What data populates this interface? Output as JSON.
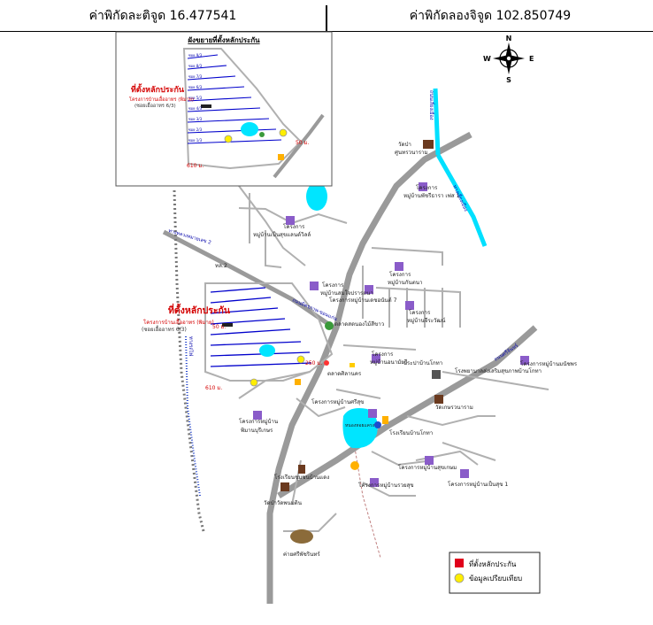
{
  "header": {
    "lat_label": "ค่าพิกัดละติจูด 16.477541",
    "lng_label": "ค่าพิกัดลองจิจูด 102.850749"
  },
  "compass": {
    "n": "N",
    "s": "S",
    "e": "E",
    "w": "W"
  },
  "inset": {
    "title": "ผังขยายที่ตั้งหลักประกัน",
    "subject_label": "ที่ตั้งหลักประกัน",
    "subject_sub1": "โครงการบ้านเอื้ออาทร (พิมาย)",
    "subject_sub2": "(ซอยเอื้ออาทร 6/3)",
    "dist_50": "50 ม.",
    "dist_610": "610 ม.",
    "soi": [
      "ซอย 9/3",
      "ซอย 8/3",
      "ซอย 7/3",
      "ซอย 6/3",
      "ซอย 5/3",
      "ซอย 4/3",
      "ซอย 3/3",
      "ซอย 2/3",
      "ซอย 1/3"
    ]
  },
  "main": {
    "subject_label": "ที่ตั้งหลักประกัน",
    "subject_sub1": "โครงการบ้านเอื้ออาทร (พิมาย)",
    "subject_sub2": "(ซอยเอื้ออาทร 6/3)",
    "dist_50": "50 ม.",
    "dist_610": "610 ม.",
    "dist_250": "250 ม.",
    "places": {
      "temple_top": "วัดป่า",
      "temple_top2": "ศูนทรวนาราม",
      "proj1": "โครงการ",
      "proj1b": "หมู่บ้านพัชรีธารา เฟส 1",
      "proj2": "โครงการ",
      "proj2b": "หมู่บ้านเป็นสุขแลนด์วิลล์",
      "proj3": "โครงการ",
      "proj3b": "หมู่บ้านสมใจปรารถนา",
      "proj4": "โครงการ",
      "proj4b": "หมู่บ้านกันตนา",
      "proj5": "โครงการหมู่บ้านเดชอนันต์ 7",
      "proj6": "โครงการ",
      "proj6b": "หมู่บ้านจีระวัฒน์",
      "market1": "ตลาดสดนองไม้สีขาว",
      "proj7": "โครงการ",
      "proj7b": "หมู่บ้านอนามัยรี",
      "market2": "ตลาดศิลานคร",
      "office": "ประปาบ้านโกทา",
      "proj8": "โครงการหมู่บ้านมนัชพร",
      "school1": "โรงพยาบาลส่งเสริมสุขภาพบ้านโกทา",
      "temple2": "วัดเกษรวนาราม",
      "proj9": "โครงการหมู่บ้านศรีสุข",
      "proj10": "โครงการหมู่บ้าน",
      "proj10b": "พิมานบุรีเกษร",
      "lake": "หนองหอยแครง",
      "school2": "โรงเรียนบ้านโกทา",
      "proj11": "โครงการหมู่บ้านสุขเกษม",
      "proj12": "โครงการหมู่บ้านเป็นสุข 1",
      "proj13": "โครงการหมู่บ้านรวยสุข",
      "school3": "โรงเรียนชุมชนบ้านแดง",
      "temple3": "วัดป่าวัดพนมดิน",
      "camp": "ค่ายศรีพัชรินทร์",
      "tl2": "ทล.2",
      "road_highway": "ทางหลวงหมายเลข 2",
      "road_main": "ถนนมิตรภาพ-ขอนแก่น",
      "road_rail": "ทางรถไฟ",
      "road_cyan1": "ถนนเลี่ยงเมือง",
      "road_cyan2": "ทางเลี่ยงเมือง",
      "road_right": "ถนนศรีจันทร์"
    }
  },
  "legend": {
    "subject": "ที่ตั้งหลักประกัน",
    "compare": "ข้อมูลเปรียบเทียบ",
    "subject_color": "#e0001b",
    "compare_color": "#ffee00"
  },
  "colors": {
    "road": "#a9a9a9",
    "soi": "#0000cc",
    "water": "#00e0ff",
    "accent_red": "#d40000"
  }
}
